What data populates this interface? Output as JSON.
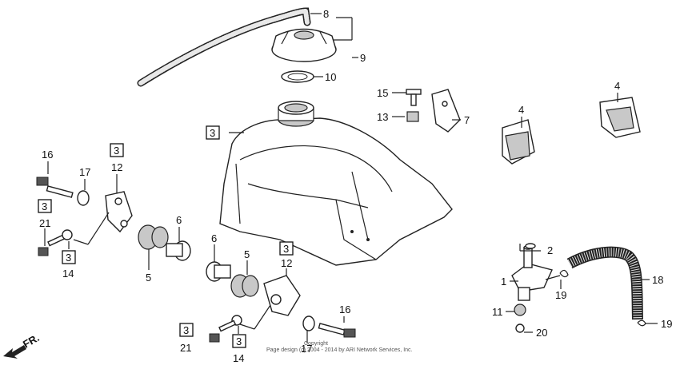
{
  "callouts": {
    "c1": "1",
    "c2": "2",
    "c3a": "3",
    "c3b": "3",
    "c3c": "3",
    "c3d": "3",
    "c3e": "3",
    "c3f": "3",
    "c4a": "4",
    "c4b": "4",
    "c5a": "5",
    "c5b": "5",
    "c6a": "6",
    "c6b": "6",
    "c7": "7",
    "c8": "8",
    "c9": "9",
    "c10": "10",
    "c11": "11",
    "c12a": "12",
    "c12b": "12",
    "c13": "13",
    "c14a": "14",
    "c14b": "14",
    "c15": "15",
    "c16a": "16",
    "c16b": "16",
    "c17a": "17",
    "c17b": "17",
    "c18": "18",
    "c19a": "19",
    "c19b": "19",
    "c20": "20",
    "c21a": "21",
    "c21b": "21"
  },
  "direction_label": "FR.",
  "copyright_line1": "Copyright",
  "copyright_line2": "Page design (c) 2004 - 2014 by ARI Network Services, Inc."
}
